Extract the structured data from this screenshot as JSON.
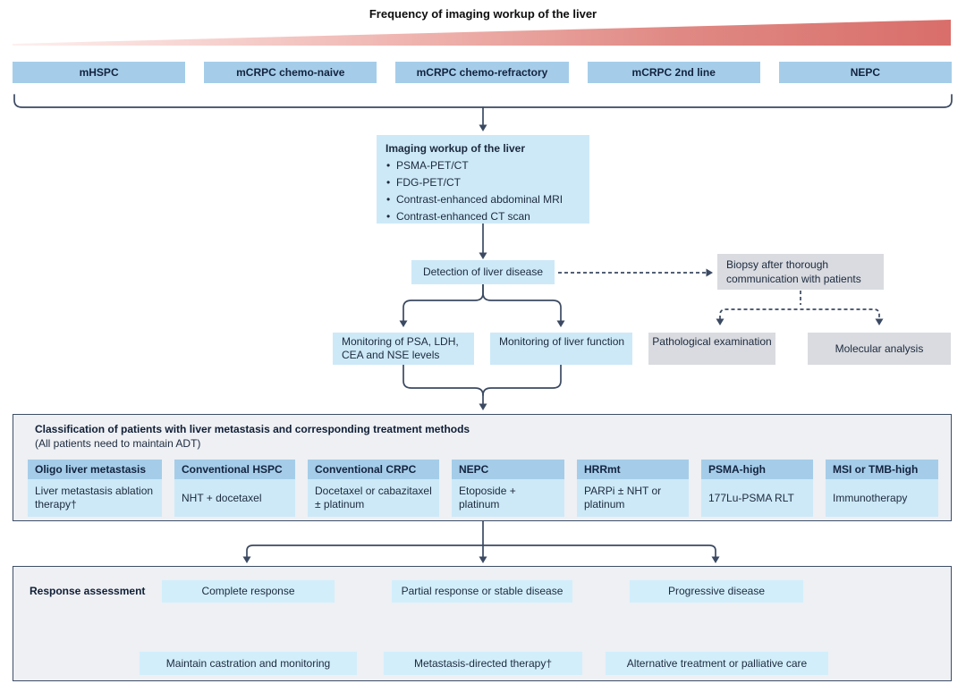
{
  "figure": {
    "title": "Frequency of imaging workup of the liver"
  },
  "stages": {
    "items": [
      {
        "label": "mHSPC"
      },
      {
        "label": "mCRPC chemo-naive"
      },
      {
        "label": "mCRPC chemo-refractory"
      },
      {
        "label": "mCRPC 2nd line"
      },
      {
        "label": "NEPC"
      }
    ]
  },
  "imaging_workup": {
    "title": "Imaging workup of the liver",
    "items": [
      {
        "label": "PSMA-PET/CT"
      },
      {
        "label": "FDG-PET/CT"
      },
      {
        "label": "Contrast-enhanced abdominal MRI"
      },
      {
        "label": "Contrast-enhanced CT scan"
      }
    ]
  },
  "detection": {
    "label": "Detection of liver disease"
  },
  "biopsy": {
    "label": "Biopsy after thorough communication with patients"
  },
  "monitoring": {
    "markers": "Monitoring of PSA, LDH, CEA and NSE levels",
    "liver": "Monitoring of liver function"
  },
  "pathology": {
    "label": "Pathological examination"
  },
  "molecular": {
    "label": "Molecular analysis"
  },
  "classification": {
    "title": "Classification of patients with liver metastasis and corresponding treatment methods",
    "subtitle": "(All patients need to maintain ADT)",
    "columns": [
      {
        "header": "Oligo liver metastasis",
        "treatment": "Liver metastasis ablation therapy†"
      },
      {
        "header": "Conventional HSPC",
        "treatment": "NHT + docetaxel"
      },
      {
        "header": "Conventional CRPC",
        "treatment": "Docetaxel or cabazitaxel ± platinum"
      },
      {
        "header": "NEPC",
        "treatment": "Etoposide + platinum"
      },
      {
        "header": "HRRmt",
        "treatment": "PARPi ± NHT or platinum"
      },
      {
        "header": "PSMA-high",
        "treatment": "177Lu-PSMA RLT"
      },
      {
        "header": "MSI or TMB-high",
        "treatment": "Immunotherapy"
      }
    ]
  },
  "response": {
    "label": "Response assessment",
    "outcomes": [
      {
        "label": "Complete response"
      },
      {
        "label": "Partial response or stable disease"
      },
      {
        "label": "Progressive disease"
      }
    ],
    "actions": [
      {
        "label": "Maintain castration and monitoring"
      },
      {
        "label": "Metastasis-directed therapy†"
      },
      {
        "label": "Alternative treatment or palliative care"
      }
    ]
  },
  "colors": {
    "stage_blue": "#a5cde9",
    "light_blue": "#cde9f8",
    "pale_blue": "#d2eefb",
    "gray_box": "#d9dbe0",
    "panel_bg": "#eef0f4",
    "panel_border": "#3e4e66",
    "line": "#3b4a62",
    "wedge_start": "#fdf0ef",
    "wedge_end": "#d96e6a",
    "text": "#1c2a3e"
  }
}
